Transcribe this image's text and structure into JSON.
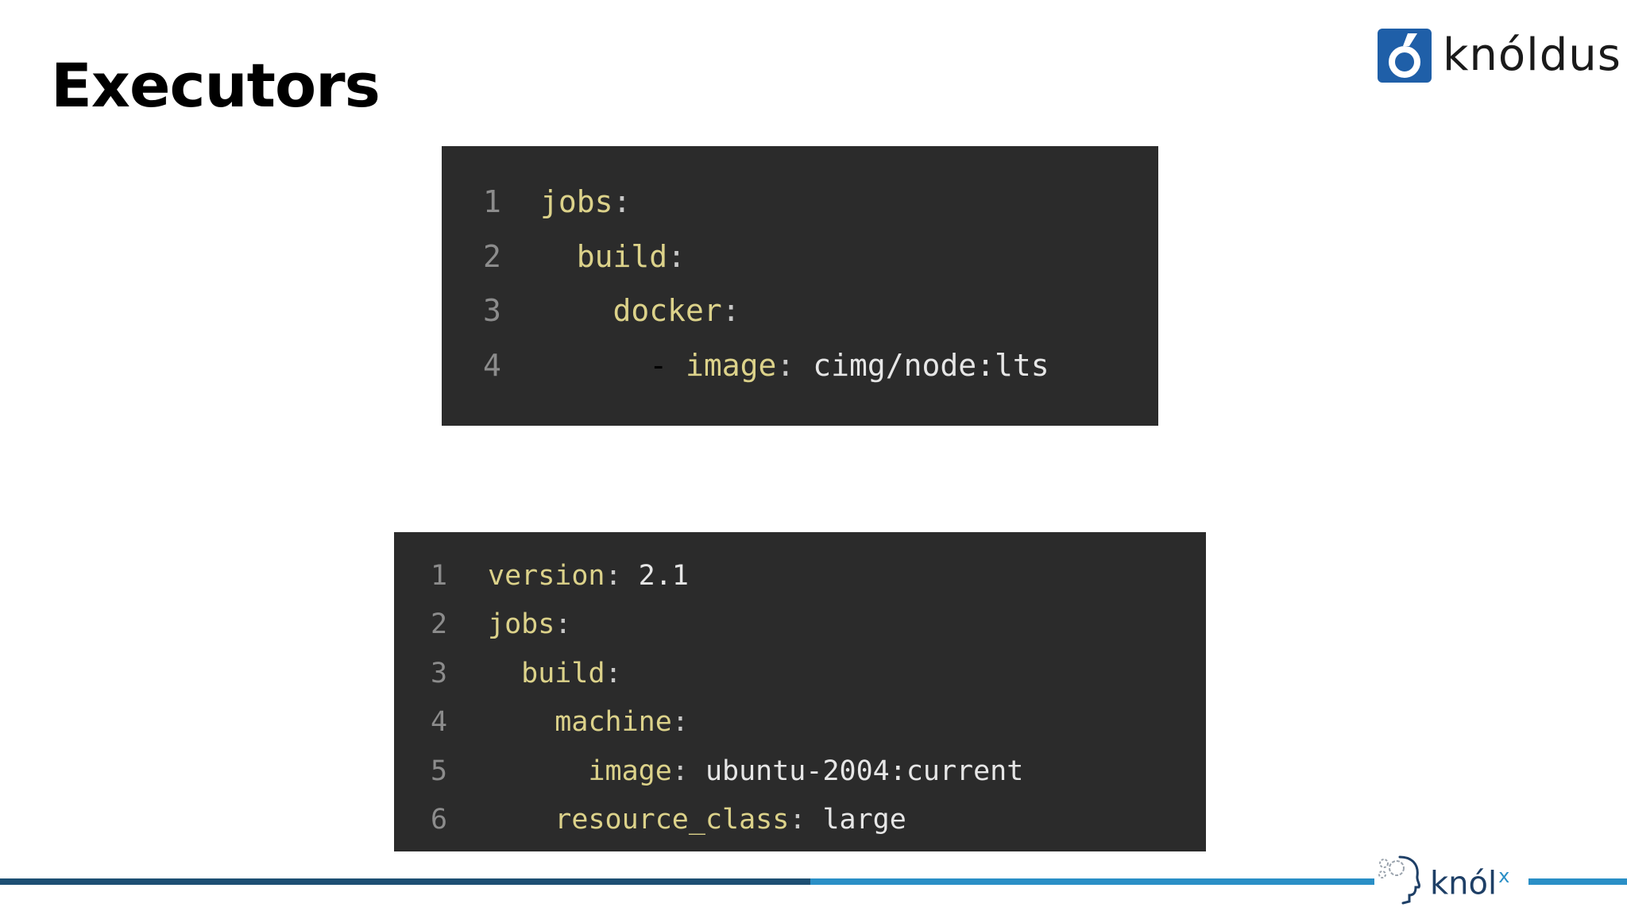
{
  "slide": {
    "title": "Executors"
  },
  "brand": {
    "name": "knóldus",
    "accent_color": "#1f5fa8"
  },
  "footer": {
    "brand": "knól",
    "brand_sup": "x",
    "dark_color": "#1d4f73",
    "light_color": "#2a8fc6"
  },
  "code_blocks": [
    {
      "lines": [
        {
          "num": "1",
          "indent": "",
          "key": "jobs",
          "punct": ":",
          "value": ""
        },
        {
          "num": "2",
          "indent": "  ",
          "key": "build",
          "punct": ":",
          "value": ""
        },
        {
          "num": "3",
          "indent": "    ",
          "key": "docker",
          "punct": ":",
          "value": ""
        },
        {
          "num": "4",
          "indent": "      - ",
          "key": "image",
          "punct": ": ",
          "value": "cimg/node:lts"
        }
      ]
    },
    {
      "lines": [
        {
          "num": "1",
          "indent": "",
          "key": "version",
          "punct": ": ",
          "value": "2.1"
        },
        {
          "num": "2",
          "indent": "",
          "key": "jobs",
          "punct": ":",
          "value": ""
        },
        {
          "num": "3",
          "indent": "  ",
          "key": "build",
          "punct": ":",
          "value": ""
        },
        {
          "num": "4",
          "indent": "    ",
          "key": "machine",
          "punct": ":",
          "value": ""
        },
        {
          "num": "5",
          "indent": "      ",
          "key": "image",
          "punct": ": ",
          "value": "ubuntu-2004:current"
        },
        {
          "num": "6",
          "indent": "    ",
          "key": "resource_class",
          "punct": ": ",
          "value": "large"
        }
      ]
    }
  ]
}
